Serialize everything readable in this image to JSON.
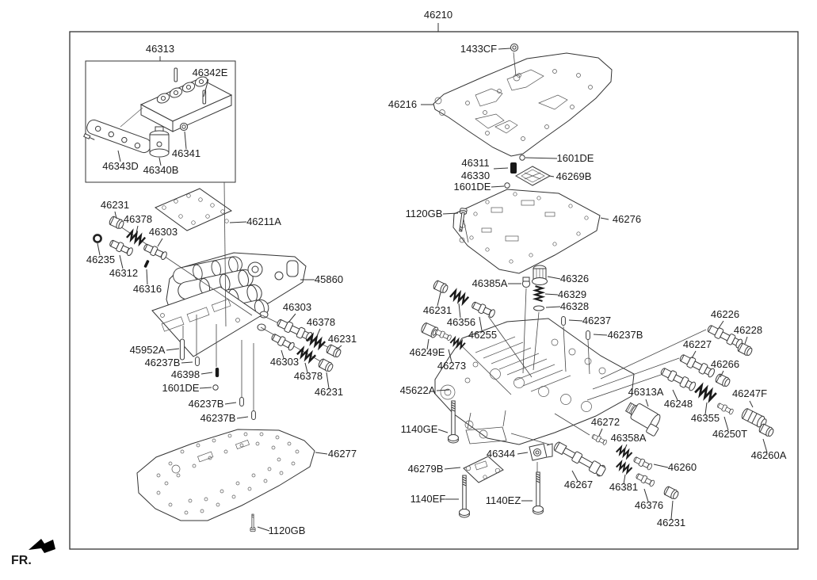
{
  "diagram": {
    "description": "Transmission valve body exploded parts diagram",
    "colors": {
      "line": "#333333",
      "dark": "#181818",
      "background": "#ffffff",
      "text": "#1a1a1a"
    },
    "labels": [
      "46210",
      "46313",
      "46342E",
      "1433CF",
      "46216",
      "46341",
      "46343D",
      "46340B",
      "46311",
      "46330",
      "1601DE",
      "46269B",
      "1601DE",
      "46231",
      "46378",
      "46303",
      "1120GB",
      "46276",
      "46211A",
      "46235",
      "46312",
      "46316",
      "45860",
      "46385A",
      "46326",
      "46329",
      "46328",
      "46231",
      "46356",
      "46303",
      "46378",
      "46231",
      "46255",
      "46237",
      "46237B",
      "46226",
      "46228",
      "46227",
      "46249E",
      "46273",
      "46266",
      "45952A",
      "46237B",
      "46398",
      "1601DE",
      "46231",
      "46303",
      "46378",
      "45622A",
      "46313A",
      "46247F",
      "46248",
      "46237B",
      "46237B",
      "46272",
      "46355",
      "46250T",
      "1140GE",
      "46358A",
      "46344",
      "46277",
      "46279B",
      "46260",
      "46260A",
      "46267",
      "46381",
      "1140EF",
      "1140EZ",
      "46376",
      "46231",
      "1120GB",
      "FR."
    ]
  }
}
